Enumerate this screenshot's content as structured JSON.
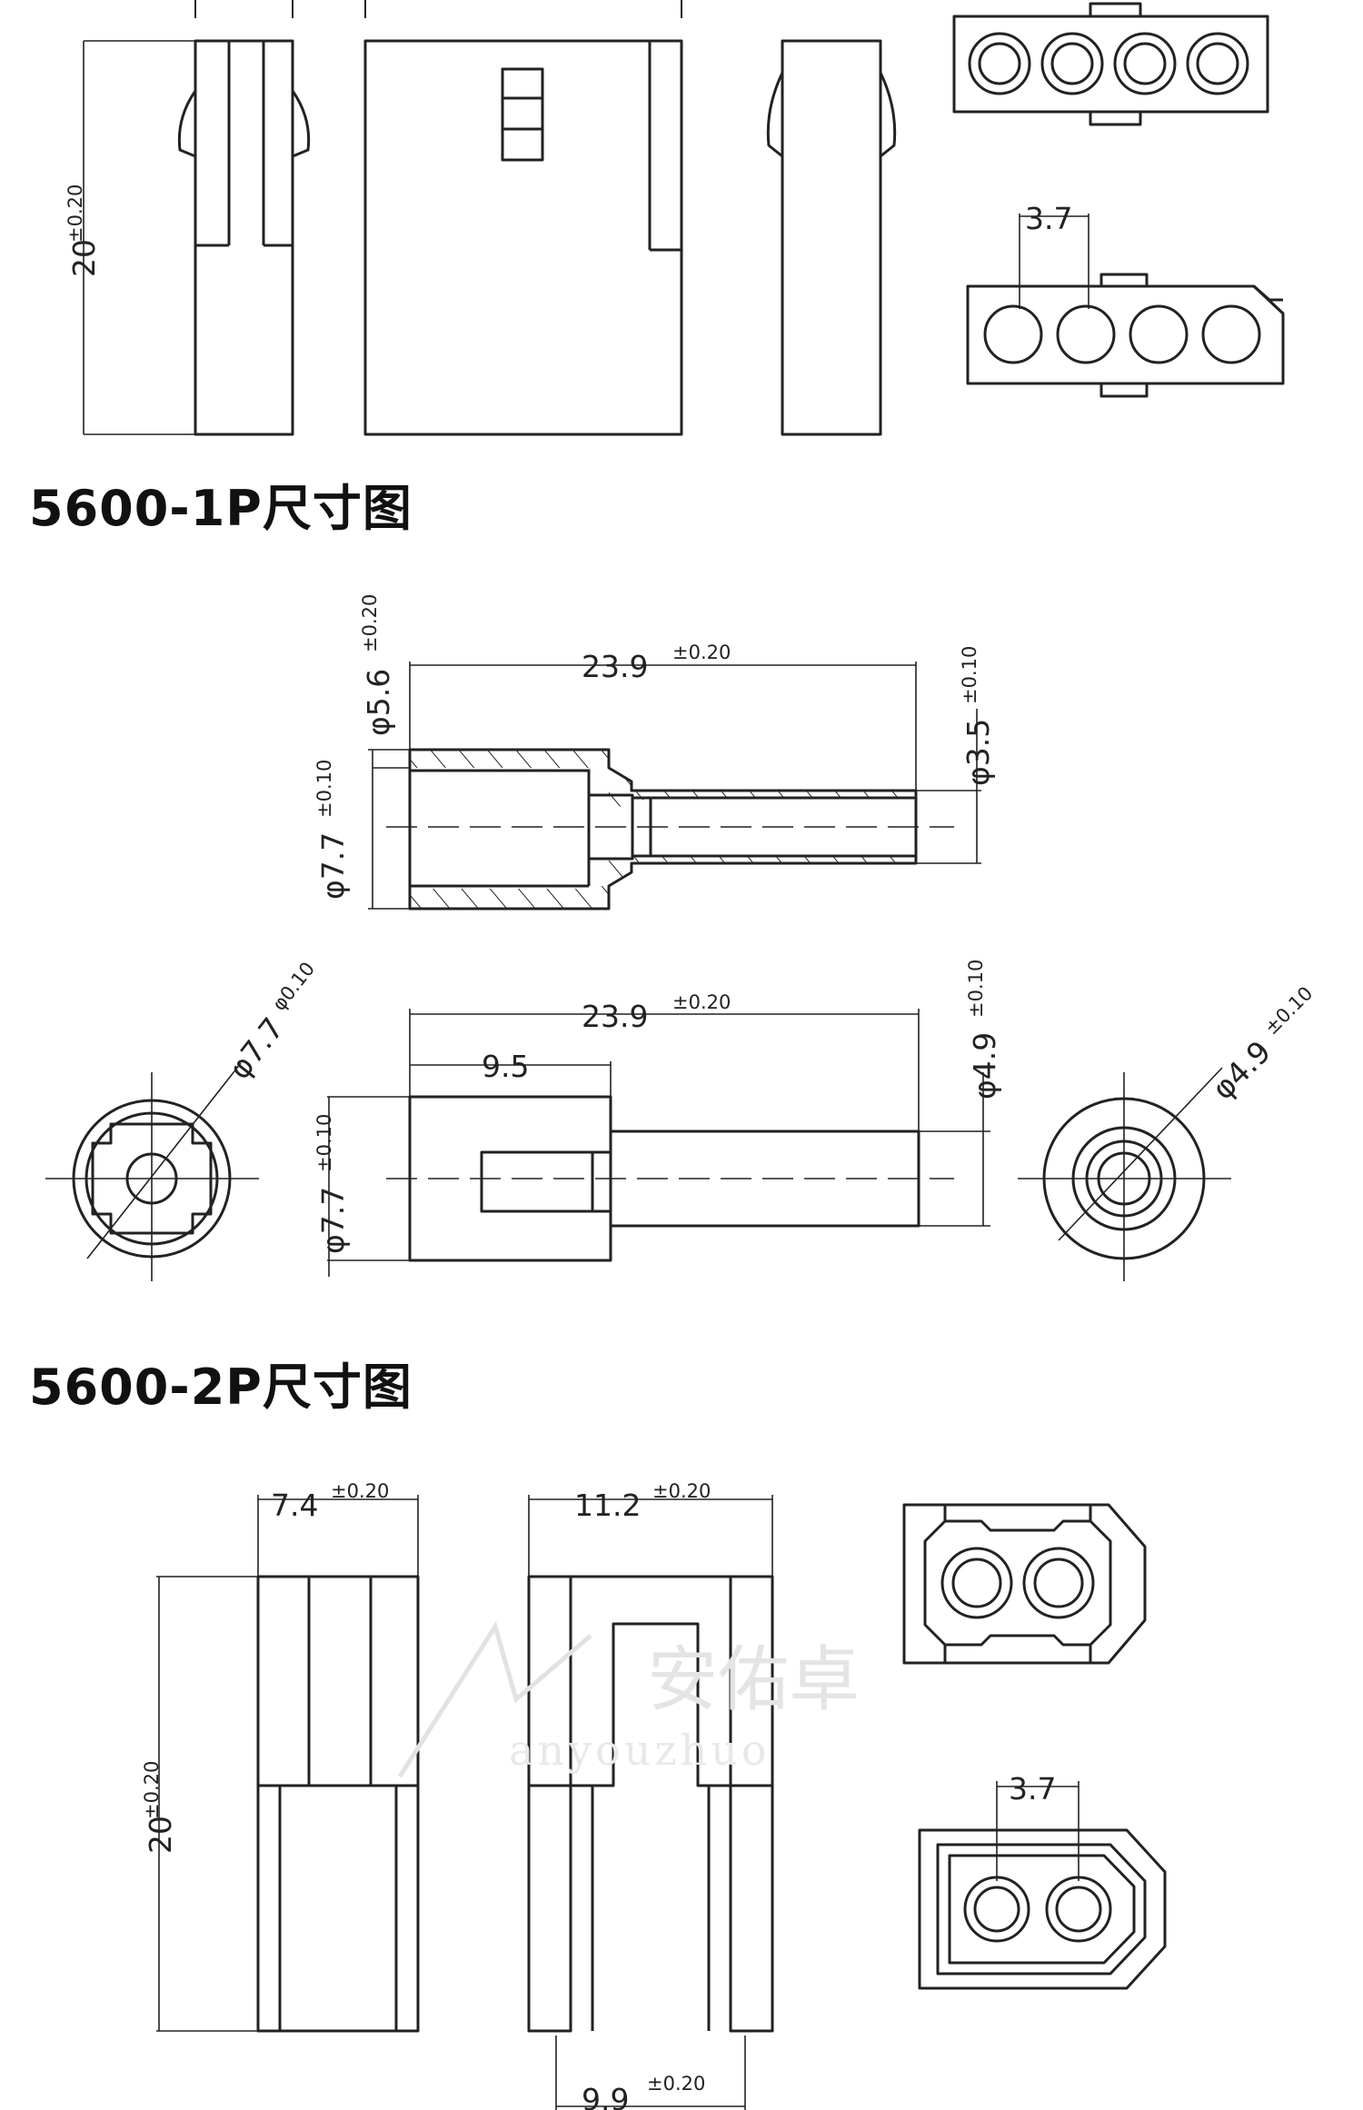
{
  "section_titles": {
    "p1": "5600-1P尺寸图",
    "p2": "5600-2P尺寸图"
  },
  "top_views": {
    "height": "20",
    "height_tol": "±0.20",
    "pitch": "3.7"
  },
  "terminal_female": {
    "length": "23.9",
    "length_tol": "±0.20",
    "inner_dia": "φ5.6",
    "inner_dia_tol": "±0.20",
    "outer_dia": "φ7.7",
    "outer_dia_tol": "±0.10",
    "pin_dia": "φ3.5",
    "pin_dia_tol": "±0.10"
  },
  "terminal_male": {
    "length": "23.9",
    "length_tol": "±0.20",
    "barrel_len": "9.5",
    "outer_dia": "φ7.7",
    "outer_dia_tol": "±0.10",
    "pin_dia": "φ4.9",
    "pin_dia_tol": "±0.10",
    "end_left_dia": "φ7.7",
    "end_left_dia_tol": "φ0.10",
    "end_right_dia": "φ4.9",
    "end_right_dia_tol": "±0.10"
  },
  "housing_2p": {
    "width": "7.4",
    "width_tol": "±0.20",
    "length": "11.2",
    "length_tol": "±0.20",
    "height": "20",
    "height_tol": "±0.20",
    "pitch": "3.7",
    "bottom": "9.9",
    "bottom_tol": "±0.20"
  },
  "watermark": {
    "cn": "安佑卓",
    "en": "anyouzhuo"
  }
}
